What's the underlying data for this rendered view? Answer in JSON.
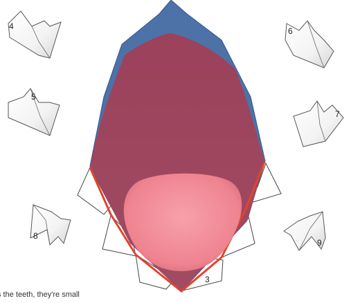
{
  "scene": {
    "labels": [
      "3",
      "4",
      "5",
      "6",
      "7",
      "8",
      "9"
    ],
    "caption": "s the teeth, they're small",
    "colors": {
      "palate_blue": "#4a6fa5",
      "palate_red": "#a8465c",
      "tongue_pink": "#f18a97",
      "gum_edge": "#e0442d",
      "tooth_outline": "#555555"
    }
  }
}
